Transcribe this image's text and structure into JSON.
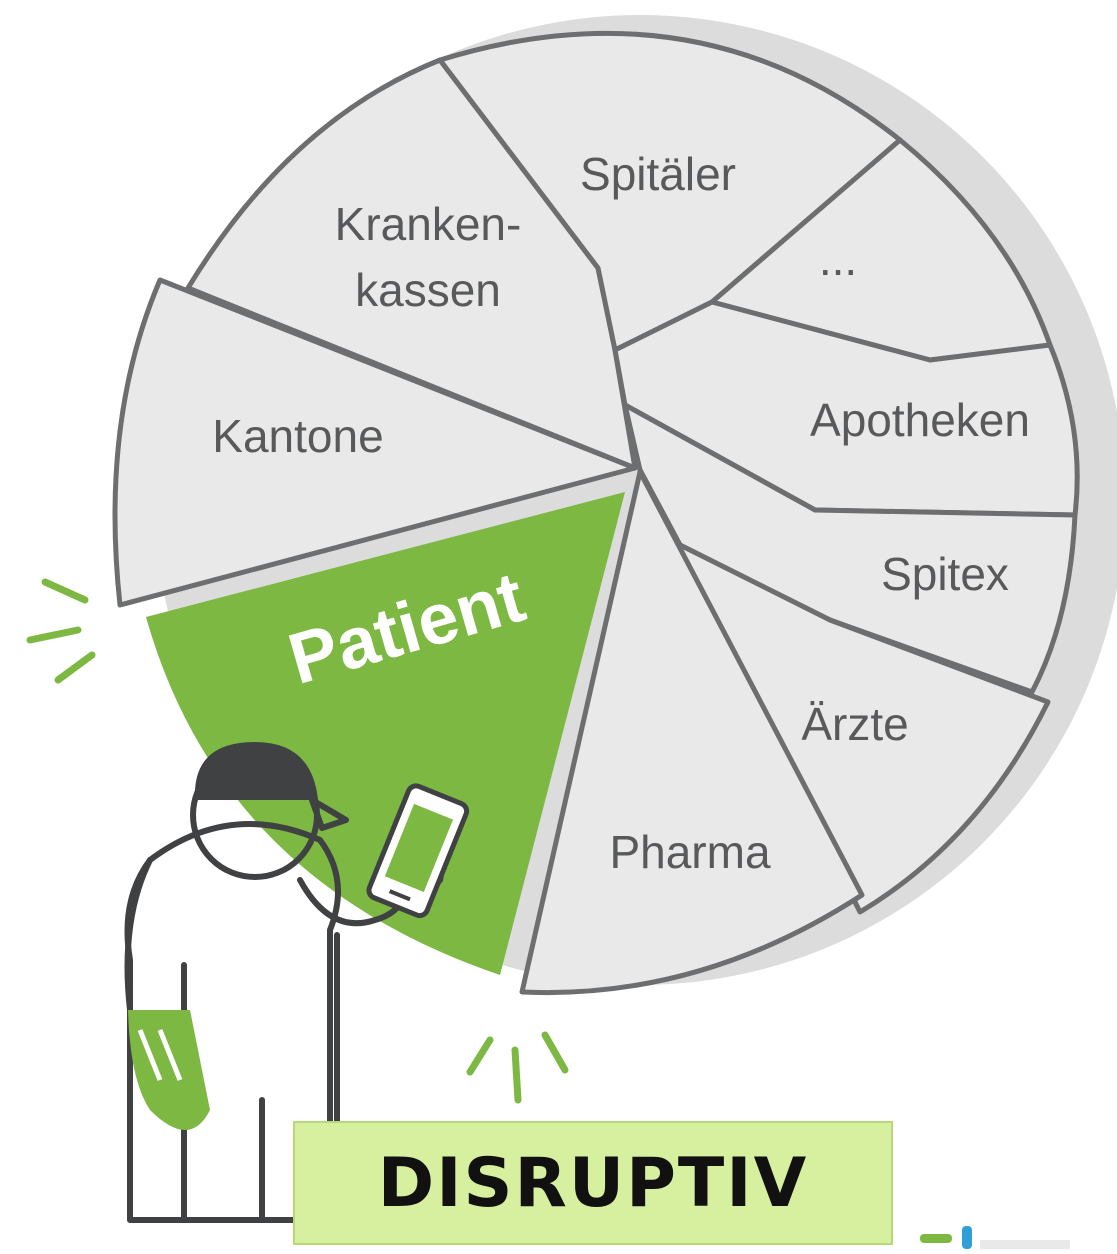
{
  "diagram": {
    "segments": {
      "kantone": "Kantone",
      "krankenkassen_line1": "Kranken-",
      "krankenkassen_line2": "kassen",
      "spitaeler": "Spitäler",
      "ellipsis": "...",
      "apotheken": "Apotheken",
      "spitex": "Spitex",
      "aerzte": "Ärzte",
      "pharma": "Pharma",
      "patient": "Patient"
    },
    "badge": "DISRUPTIV",
    "colors": {
      "accent_green": "#7cb842",
      "segment_fill": "#e9e9e9",
      "segment_stroke": "#6d6e70",
      "badge_bg": "#d6f0a0",
      "label_text": "#58595b"
    }
  }
}
